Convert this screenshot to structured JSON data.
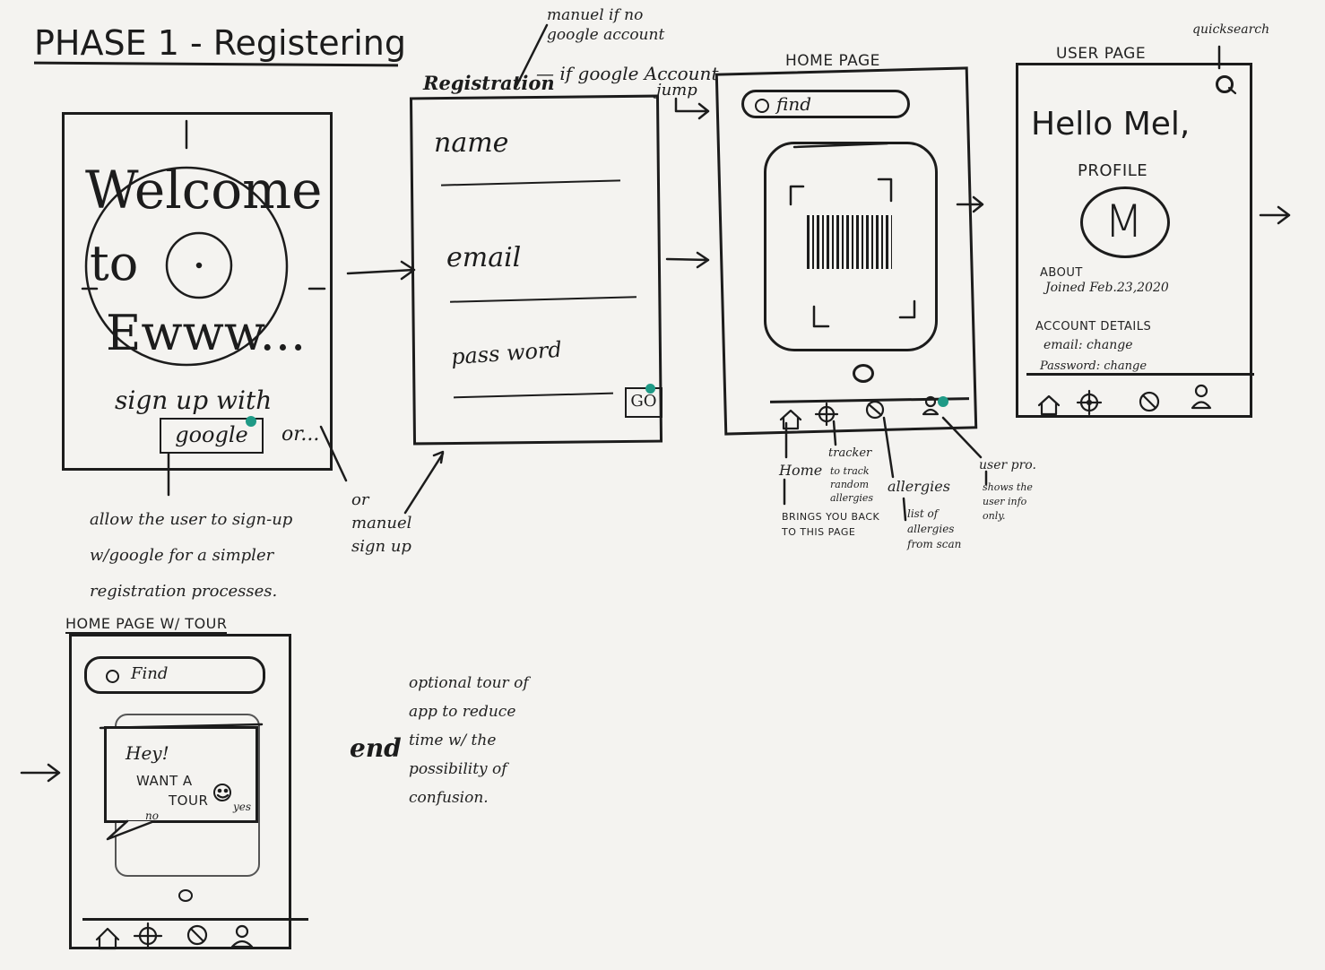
{
  "title": "PHASE 1 - Registering",
  "welcome": {
    "headline_1": "Welcome",
    "headline_2": "to",
    "headline_3": "Ewww...",
    "signup_with": "sign up with",
    "google_button": "google",
    "or_text": "or...",
    "google_note": "allow the user to sign-up w/google for a simpler registration processes.",
    "manual_note": "or manuel sign up"
  },
  "registration": {
    "label": "Registration",
    "dash_note": "— if google Account",
    "jump_note": "jump",
    "manual_note": "manuel if no google account",
    "fields": [
      "name",
      "email",
      "pass word"
    ],
    "go_button": "GO"
  },
  "home": {
    "label": "HOME PAGE",
    "search_placeholder": "find",
    "annotations": {
      "home": "Home",
      "home_desc": "BRINGS YOU BACK TO THIS PAGE",
      "tracker": "tracker",
      "tracker_desc": "to track random allergies",
      "allergies": "allergies",
      "allergies_desc": "list of allergies from scan",
      "user": "user pro.",
      "user_desc": "shows the user info only."
    }
  },
  "user_page": {
    "label": "USER PAGE",
    "quicksearch": "quicksearch",
    "greeting": "Hello Mel,",
    "profile_label": "PROFILE",
    "avatar_letter": "M",
    "about_label": "ABOUT",
    "joined": "Joined  Feb.23,2020",
    "account_label": "ACCOUNT DETAILS",
    "email_row": "email: change",
    "password_row": "Password: change"
  },
  "tour": {
    "label": "HOME PAGE W/ TOUR",
    "search_placeholder": "Find",
    "bubble_line1": "Hey!",
    "bubble_line2": "WANT A",
    "bubble_line3": "TOUR",
    "no": "no",
    "yes": "yes",
    "end": "end",
    "note": "optional tour of app to reduce time w/ the possibility of confusion."
  },
  "accent": "#1f9a86"
}
